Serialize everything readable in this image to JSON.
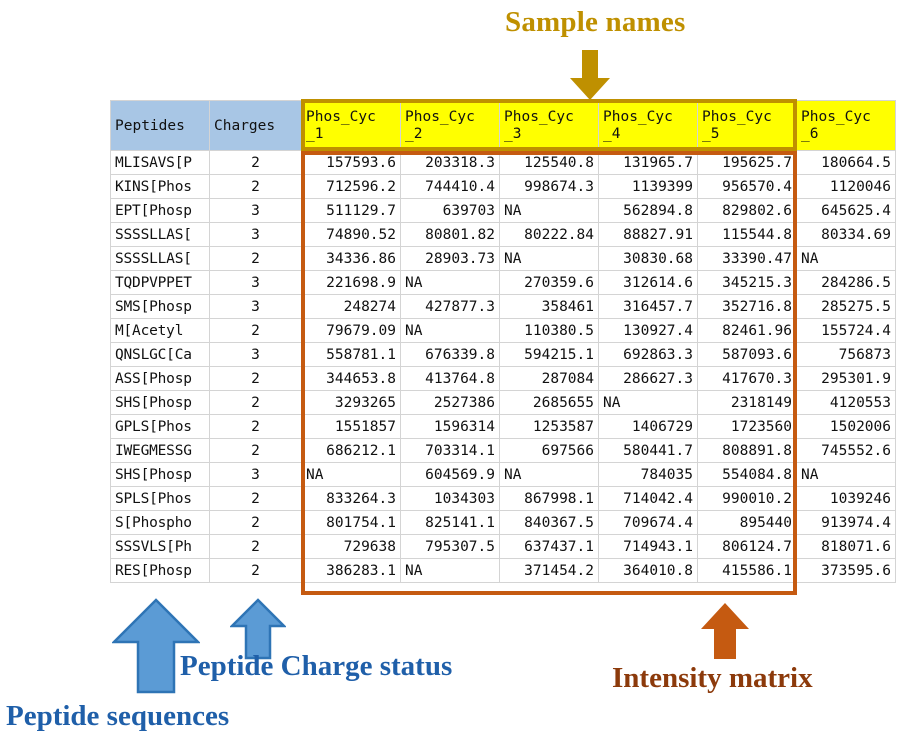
{
  "annotations": {
    "sample_names": {
      "label": "Sample names",
      "color": "#bf9000",
      "icon": "down-arrow"
    },
    "peptide_sequences": {
      "label": "Peptide sequences",
      "color": "#1f5fa9",
      "icon": "up-arrow"
    },
    "peptide_charge": {
      "label": "Peptide Charge status",
      "color": "#1f5fa9",
      "icon": "up-arrow"
    },
    "intensity_matrix": {
      "label": "Intensity matrix",
      "color": "#8c3a0b",
      "icon": "up-arrow"
    }
  },
  "table": {
    "headers": {
      "peptides": "Peptides",
      "charges": "Charges",
      "samples": [
        {
          "line1": "Phos_Cyc",
          "line2": "_1"
        },
        {
          "line1": "Phos_Cyc",
          "line2": "_2"
        },
        {
          "line1": "Phos_Cyc",
          "line2": "_3"
        },
        {
          "line1": "Phos_Cyc",
          "line2": "_4"
        },
        {
          "line1": "Phos_Cyc",
          "line2": "_5"
        },
        {
          "line1": "Phos_Cyc",
          "line2": "_6"
        }
      ]
    },
    "header_fill_peptides": "#a8c6e5",
    "header_fill_samples": "#ffff00",
    "rows": [
      {
        "peptide": "MLISAVS[P",
        "charge": "2",
        "values": [
          "157593.6",
          "203318.3",
          "125540.8",
          "131965.7",
          "195625.7",
          "180664.5"
        ]
      },
      {
        "peptide": "KINS[Phos",
        "charge": "2",
        "values": [
          "712596.2",
          "744410.4",
          "998674.3",
          "1139399",
          "956570.4",
          "1120046"
        ]
      },
      {
        "peptide": "EPT[Phosp",
        "charge": "3",
        "values": [
          "511129.7",
          "639703",
          "NA",
          "562894.8",
          "829802.6",
          "645625.4"
        ]
      },
      {
        "peptide": "SSSSLLAS[",
        "charge": "3",
        "values": [
          "74890.52",
          "80801.82",
          "80222.84",
          "88827.91",
          "115544.8",
          "80334.69"
        ]
      },
      {
        "peptide": "SSSSLLAS[",
        "charge": "2",
        "values": [
          "34336.86",
          "28903.73",
          "NA",
          "30830.68",
          "33390.47",
          "NA"
        ]
      },
      {
        "peptide": "TQDPVPPET",
        "charge": "3",
        "values": [
          "221698.9",
          "NA",
          "270359.6",
          "312614.6",
          "345215.3",
          "284286.5"
        ]
      },
      {
        "peptide": "SMS[Phosp",
        "charge": "3",
        "values": [
          "248274",
          "427877.3",
          "358461",
          "316457.7",
          "352716.8",
          "285275.5"
        ]
      },
      {
        "peptide": "M[Acetyl",
        "charge": "2",
        "values": [
          "79679.09",
          "NA",
          "110380.5",
          "130927.4",
          "82461.96",
          "155724.4"
        ]
      },
      {
        "peptide": "QNSLGC[Ca",
        "charge": "3",
        "values": [
          "558781.1",
          "676339.8",
          "594215.1",
          "692863.3",
          "587093.6",
          "756873"
        ]
      },
      {
        "peptide": "ASS[Phosp",
        "charge": "2",
        "values": [
          "344653.8",
          "413764.8",
          "287084",
          "286627.3",
          "417670.3",
          "295301.9"
        ]
      },
      {
        "peptide": "SHS[Phosp",
        "charge": "2",
        "values": [
          "3293265",
          "2527386",
          "2685655",
          "NA",
          "2318149",
          "4120553"
        ]
      },
      {
        "peptide": "GPLS[Phos",
        "charge": "2",
        "values": [
          "1551857",
          "1596314",
          "1253587",
          "1406729",
          "1723560",
          "1502006"
        ]
      },
      {
        "peptide": "IWEGMESSG",
        "charge": "2",
        "values": [
          "686212.1",
          "703314.1",
          "697566",
          "580441.7",
          "808891.8",
          "745552.6"
        ]
      },
      {
        "peptide": "SHS[Phosp",
        "charge": "3",
        "values": [
          "NA",
          "604569.9",
          "NA",
          "784035",
          "554084.8",
          "NA"
        ]
      },
      {
        "peptide": "SPLS[Phos",
        "charge": "2",
        "values": [
          "833264.3",
          "1034303",
          "867998.1",
          "714042.4",
          "990010.2",
          "1039246"
        ]
      },
      {
        "peptide": "S[Phospho",
        "charge": "2",
        "values": [
          "801754.1",
          "825141.1",
          "840367.5",
          "709674.4",
          "895440",
          "913974.4"
        ]
      },
      {
        "peptide": "SSSVLS[Ph",
        "charge": "2",
        "values": [
          "729638",
          "795307.5",
          "637437.1",
          "714943.1",
          "806124.7",
          "818071.6"
        ]
      },
      {
        "peptide": "RES[Phosp",
        "charge": "2",
        "values": [
          "386283.1",
          "NA",
          "371454.2",
          "364010.8",
          "415586.1",
          "373595.6"
        ]
      }
    ]
  }
}
